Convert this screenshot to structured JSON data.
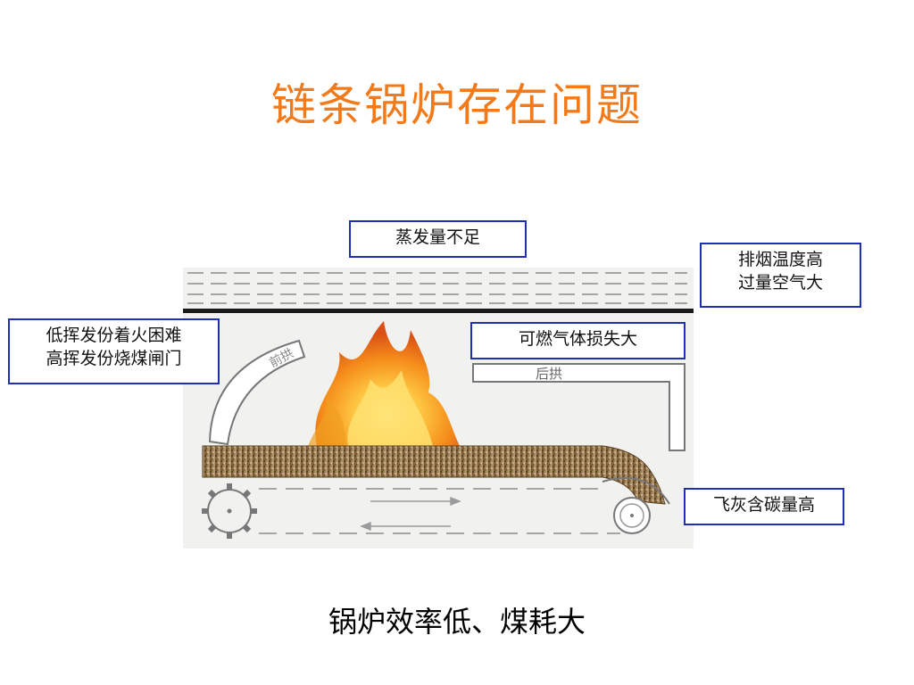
{
  "title": "链条锅炉存在问题",
  "diagram": {
    "front_arch_label": "前拱",
    "rear_arch_label": "后拱"
  },
  "callouts": {
    "steam": [
      "蒸发量不足"
    ],
    "exhaust": [
      "排烟温度高",
      "过量空气大"
    ],
    "ignition": [
      "低挥发份着火困难",
      "高挥发份烧煤闸门"
    ],
    "gas": [
      "可燃气体损失大"
    ],
    "ash": [
      "飞灰含碳量高"
    ]
  },
  "conclusion": "锅炉效率低、煤耗大",
  "colors": {
    "title": "#f27a1a",
    "callout_border": "#1f2fb5",
    "coal_bed": "#8a6b3f",
    "flame": "#f59a12"
  },
  "icons": [
    "flame-icon",
    "drive-sprocket-icon",
    "idler-wheel-icon",
    "chain-arrow-icon"
  ]
}
